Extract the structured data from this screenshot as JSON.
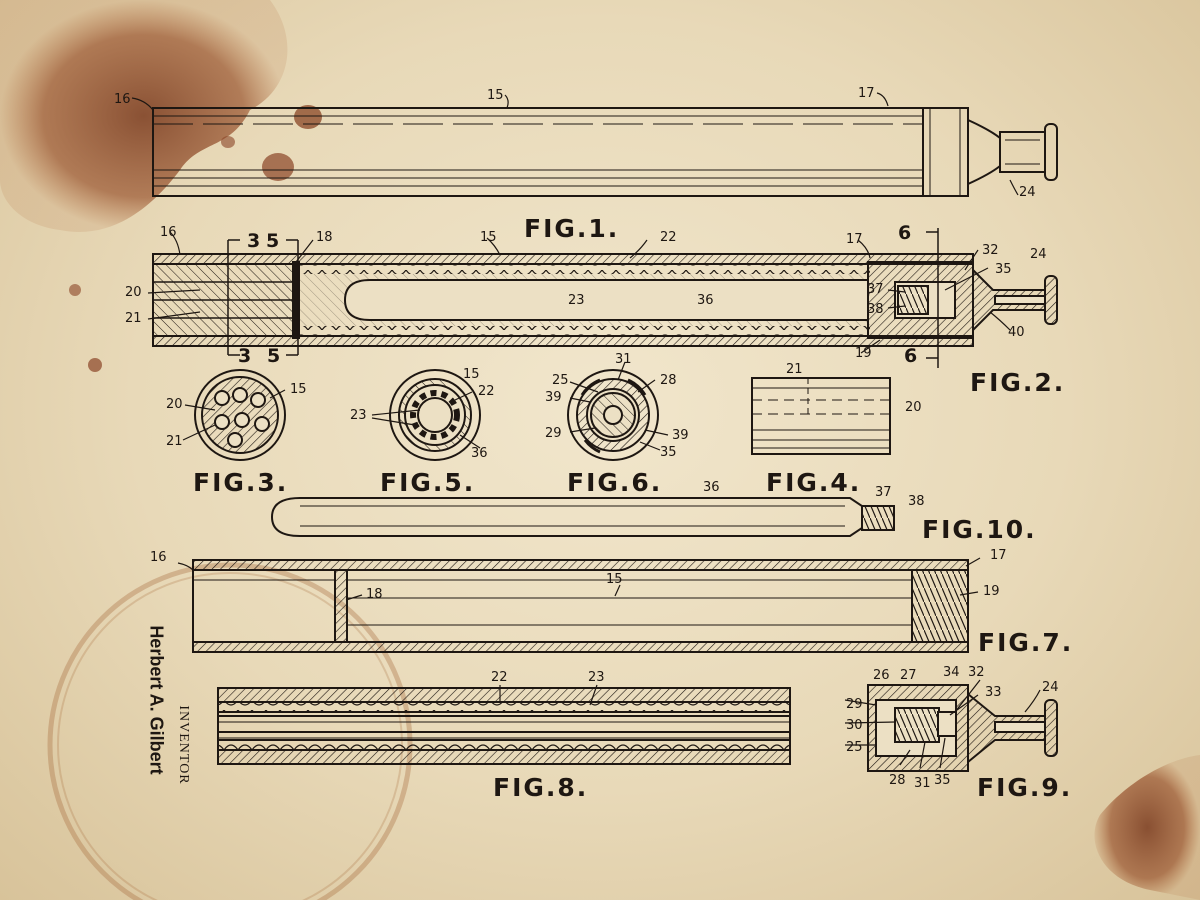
{
  "figures": {
    "fig1": "FIG.1.",
    "fig2": "FIG.2.",
    "fig3": "FIG.3.",
    "fig4": "FIG.4.",
    "fig5": "FIG.5.",
    "fig6": "FIG.6.",
    "fig7": "FIG.7.",
    "fig8": "FIG.8.",
    "fig9": "FIG.9.",
    "fig10": "FIG.10."
  },
  "section_marks": {
    "a": "3",
    "b": "5",
    "c": "3",
    "d": "5",
    "e": "6",
    "f": "6"
  },
  "inventor": {
    "label": "INVENTOR",
    "name": "Herbert A. Gilbert"
  },
  "refs": {
    "n15": "15",
    "n16": "16",
    "n17": "17",
    "n18": "18",
    "n19": "19",
    "n20": "20",
    "n21": "21",
    "n22": "22",
    "n23": "23",
    "n24": "24",
    "n25": "25",
    "n26": "26",
    "n27": "27",
    "n28": "28",
    "n29": "29",
    "n30": "30",
    "n31": "31",
    "n32": "32",
    "n33": "33",
    "n34": "34",
    "n35": "35",
    "n36": "36",
    "n37": "37",
    "n38": "38",
    "n39": "39",
    "n40": "40"
  },
  "colors": {
    "paper": "#ece0c4",
    "ink": "#1e1712",
    "stain": "#8a4a28"
  }
}
